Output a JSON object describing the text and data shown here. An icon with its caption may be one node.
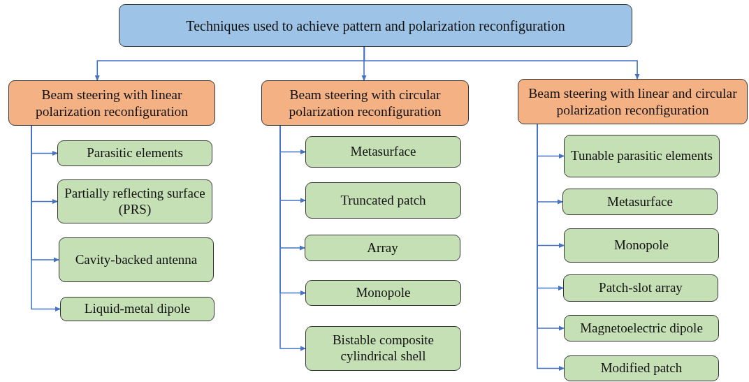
{
  "diagram": {
    "nodes": [
      {
        "text": [
          "Techniques used to achieve pattern and polarization reconfiguration"
        ]
      },
      {
        "text": [
          "Beam steering with linear polarization reconfiguration"
        ]
      },
      {
        "text": [
          "Beam steering with circular polarization reconfiguration"
        ]
      },
      {
        "text": [
          "Beam steering with linear and circular polarization reconfiguration"
        ]
      },
      {
        "text": [
          "Parasitic elements"
        ]
      },
      {
        "text": [
          "Partially reflecting surface (PRS)"
        ]
      },
      {
        "text": [
          "Cavity-backed antenna"
        ]
      },
      {
        "text": [
          "Liquid-metal dipole"
        ]
      },
      {
        "text": [
          "Metasurface"
        ]
      },
      {
        "text": [
          "Truncated patch"
        ]
      },
      {
        "text": [
          "Array"
        ]
      },
      {
        "text": [
          "Monopole"
        ]
      },
      {
        "text": [
          "Bistable composite cylindrical shell"
        ]
      },
      {
        "text": [
          "Tunable parasitic elements"
        ]
      },
      {
        "text": [
          "Metasurface"
        ]
      },
      {
        "text": [
          "Monopole"
        ]
      },
      {
        "text": [
          "Patch-slot array"
        ]
      },
      {
        "text": [
          "Magnetoelectric dipole"
        ]
      },
      {
        "text": [
          "Modified patch"
        ]
      }
    ],
    "edges": [
      {
        "from": 0,
        "to": 1,
        "arrow": "to"
      },
      {
        "from": 0,
        "to": 2,
        "arrow": "to"
      },
      {
        "from": 0,
        "to": 3,
        "arrow": "to"
      },
      {
        "from": 1,
        "to": 4,
        "arrow": "to"
      },
      {
        "from": 1,
        "to": 5,
        "arrow": "to"
      },
      {
        "from": 1,
        "to": 6,
        "arrow": "to"
      },
      {
        "from": 1,
        "to": 7,
        "arrow": "to"
      },
      {
        "from": 2,
        "to": 8,
        "arrow": "to"
      },
      {
        "from": 2,
        "to": 9,
        "arrow": "to"
      },
      {
        "from": 2,
        "to": 10,
        "arrow": "to"
      },
      {
        "from": 2,
        "to": 11,
        "arrow": "to"
      },
      {
        "from": 2,
        "to": 12,
        "arrow": "to"
      },
      {
        "from": 3,
        "to": 13,
        "arrow": "to"
      },
      {
        "from": 3,
        "to": 14,
        "arrow": "to"
      },
      {
        "from": 3,
        "to": 15,
        "arrow": "to"
      },
      {
        "from": 3,
        "to": 16,
        "arrow": "to"
      },
      {
        "from": 3,
        "to": 17,
        "arrow": "to"
      },
      {
        "from": 3,
        "to": 18,
        "arrow": "to"
      }
    ]
  }
}
